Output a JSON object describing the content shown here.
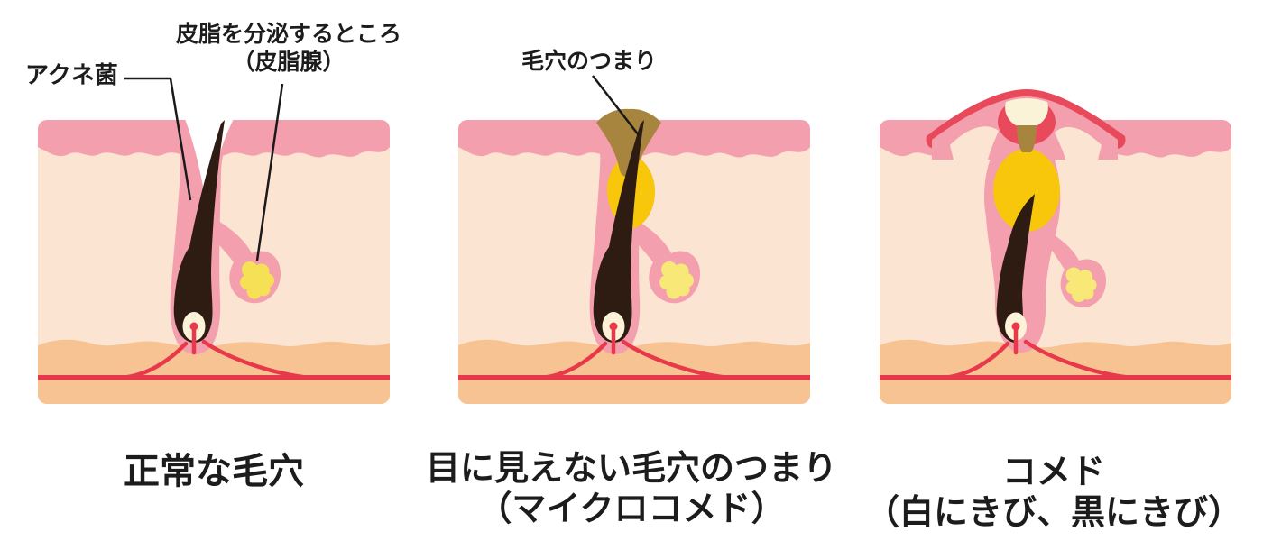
{
  "diagram": {
    "subject": "acne-pore-stages",
    "annotations": {
      "acne_bacteria": "アクネ菌",
      "sebaceous_line1": "皮脂を分泌するところ",
      "sebaceous_line2": "（皮脂腺）",
      "pore_clog": "毛穴のつまり"
    },
    "panels": [
      {
        "id": "normal-pore",
        "caption_lines": [
          "正常な毛穴"
        ]
      },
      {
        "id": "microcomedo",
        "caption_lines": [
          "目に見えない毛穴のつまり",
          "（マイクロコメド）"
        ]
      },
      {
        "id": "comedo",
        "caption_lines": [
          "コメド",
          "（白にきび、黒にきび）"
        ]
      }
    ],
    "colors": {
      "epidermis_pink": "#F49FAD",
      "dermis_cream": "#FCE4D2",
      "subcutis_orange": "#F7C392",
      "vessel_red": "#E8394B",
      "hair_black": "#2E1B12",
      "sebum_gold": "#F8C60B",
      "gland_yellow": "#F5E056",
      "gland_yellow_pale": "#F8E878",
      "plug_brown": "#A8853E",
      "whitehead_cream": "#FAF3D8",
      "inflammation_red": "#E84A5C",
      "papilla_cream": "#FBF2D8"
    }
  }
}
